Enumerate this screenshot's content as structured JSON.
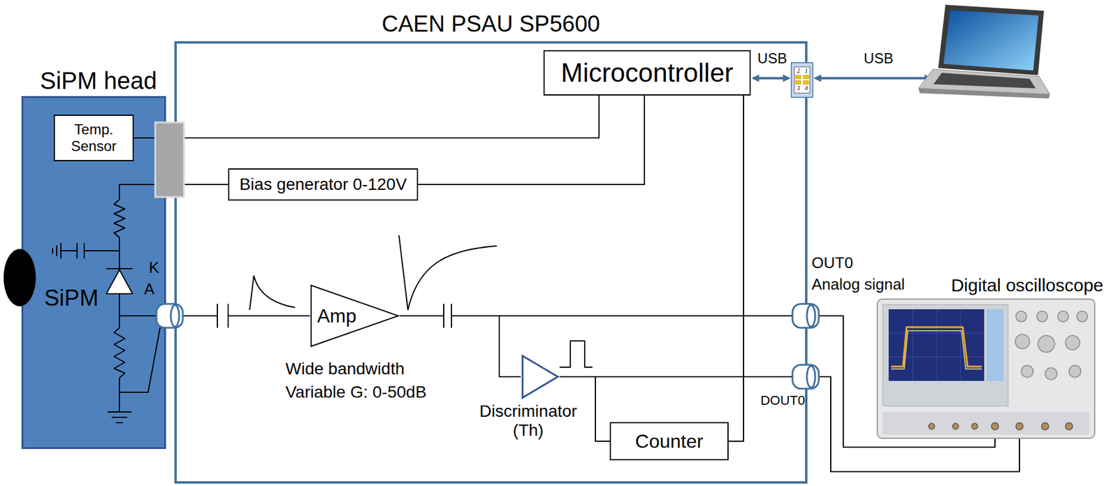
{
  "diagram": {
    "nodes": [
      {
        "text": [
          "CAEN PSAU SP5600"
        ]
      },
      {
        "text": [
          "SiPM head"
        ]
      },
      {
        "text": [
          "Temp. Sensor"
        ],
        "in": 1
      },
      {
        "text": [
          "Microcontroller"
        ],
        "in": 0
      },
      {
        "text": [
          "Bias generator 0-120V"
        ],
        "in": 0
      },
      {
        "text": [
          "Amp"
        ],
        "in": 0
      },
      {
        "text": [
          "Discriminator (Th)"
        ],
        "in": 0
      },
      {
        "text": [
          "Counter"
        ],
        "in": 0
      }
    ],
    "edges": [
      {
        "from": 2,
        "to": 3,
        "arrow": "none"
      },
      {
        "from": 3,
        "to": 4,
        "arrow": "none"
      },
      {
        "from": 4,
        "to": 1,
        "arrow": "none"
      },
      {
        "from": 1,
        "to": 5,
        "arrow": "none"
      },
      {
        "from": 5,
        "to": 6,
        "arrow": "none"
      },
      {
        "from": 6,
        "to": 7,
        "arrow": "none"
      },
      {
        "from": 7,
        "to": 3,
        "arrow": "none"
      }
    ],
    "labels": [
      "USB",
      "USB",
      "2",
      "1",
      "3",
      "4",
      "K",
      "SiPM",
      "A",
      "Wide bandwidth Variable G: 0-50dB",
      "OUT0",
      "Analog signal",
      "DOUT0",
      "Digital oscilloscope"
    ]
  }
}
